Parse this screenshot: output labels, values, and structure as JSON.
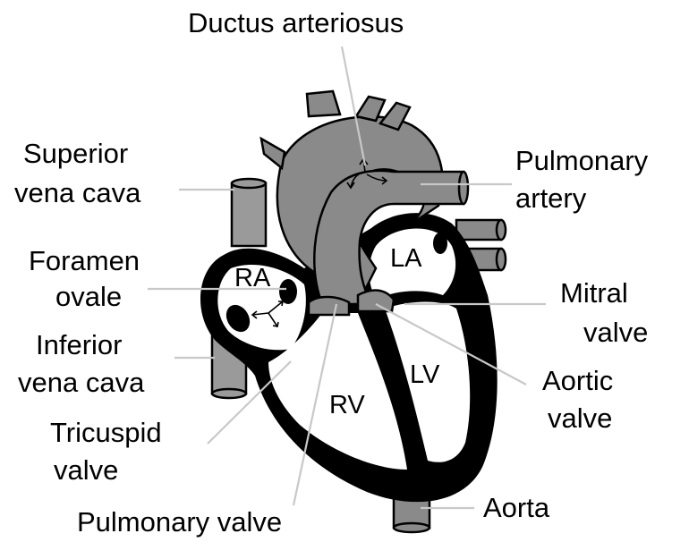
{
  "labels": {
    "ductus_arteriosus": "Ductus arteriosus",
    "superior_vena_cava": [
      "Superior",
      "vena cava"
    ],
    "pulmonary_artery": [
      "Pulmonary",
      "artery"
    ],
    "foramen_ovale": [
      "Foramen",
      "ovale"
    ],
    "inferior_vena_cava": [
      "Inferior",
      "vena cava"
    ],
    "tricuspid_valve": [
      "Tricuspid",
      "valve"
    ],
    "pulmonary_valve": "Pulmonary valve",
    "mitral_valve": [
      "Mitral",
      "valve"
    ],
    "aortic_valve": [
      "Aortic",
      "valve"
    ],
    "aorta": "Aorta"
  },
  "chambers": {
    "ra": "RA",
    "la": "LA",
    "rv": "RV",
    "lv": "LV"
  }
}
